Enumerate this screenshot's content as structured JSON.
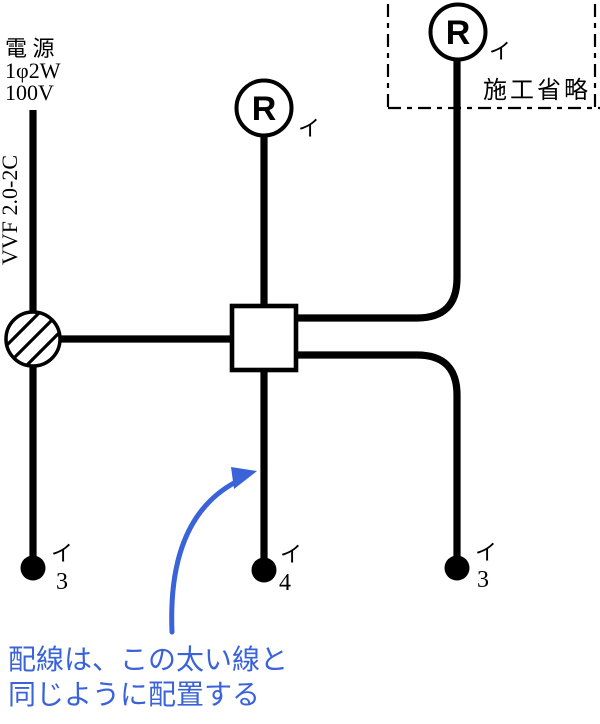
{
  "diagram_title": "wiring-layout-diagram",
  "power": {
    "title": "電 源",
    "spec": "1φ2W",
    "voltage": "100V"
  },
  "cable": {
    "label": "VVF 2.0-2C"
  },
  "omission": {
    "label": "施工省略"
  },
  "lamps": {
    "middle": {
      "letter": "R",
      "branch": "イ"
    },
    "top_right": {
      "letter": "R",
      "branch": "イ"
    }
  },
  "terminals": {
    "left": {
      "branch": "イ",
      "count": "3"
    },
    "middle": {
      "branch": "イ",
      "count": "4"
    },
    "right": {
      "branch": "イ",
      "count": "3"
    }
  },
  "annotation": {
    "line1": "配線は、この太い線と",
    "line2": "同じように配置する",
    "color": "#3A62D9"
  },
  "colors": {
    "wire": "#000000",
    "background": "#FFFFFF",
    "annotation_blue": "#3A62D9"
  }
}
